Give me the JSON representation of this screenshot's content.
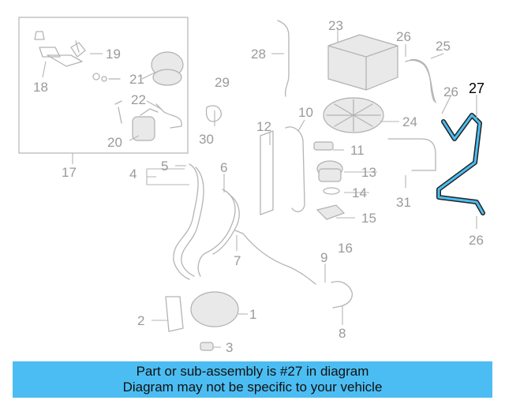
{
  "callouts": {
    "c1": "1",
    "c2": "2",
    "c3": "3",
    "c4": "4",
    "c5": "5",
    "c6": "6",
    "c7": "7",
    "c8": "8",
    "c9": "9",
    "c10": "10",
    "c11": "11",
    "c12": "12",
    "c13": "13",
    "c14": "14",
    "c15": "15",
    "c16": "16",
    "c17": "17",
    "c18": "18",
    "c19": "19",
    "c20": "20",
    "c21": "21",
    "c22": "22",
    "c23": "23",
    "c24": "24",
    "c25": "25",
    "c26": "26",
    "c27": "27",
    "c28": "28",
    "c29": "29",
    "c30": "30",
    "c31": "31"
  },
  "highlight": {
    "part_number": "27",
    "color": "#4bbdf2"
  },
  "banner": {
    "line1": "Part or sub-assembly is #27 in diagram",
    "line2": "Diagram may not be specific to your vehicle",
    "background": "#4bbdf2"
  }
}
